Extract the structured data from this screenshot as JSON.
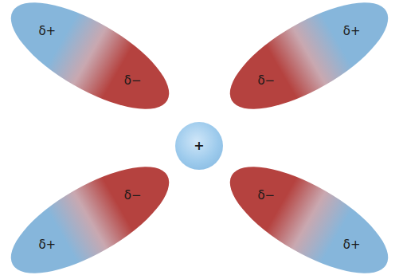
{
  "diagram": {
    "nodes": [
      {
        "text": [
          "δ+",
          "δ−"
        ]
      },
      {
        "text": [
          "δ+",
          "δ−"
        ]
      },
      {
        "text": [
          "+"
        ]
      },
      {
        "text": [
          "δ+",
          "δ−"
        ]
      },
      {
        "text": [
          "δ+",
          "δ−"
        ]
      }
    ]
  }
}
